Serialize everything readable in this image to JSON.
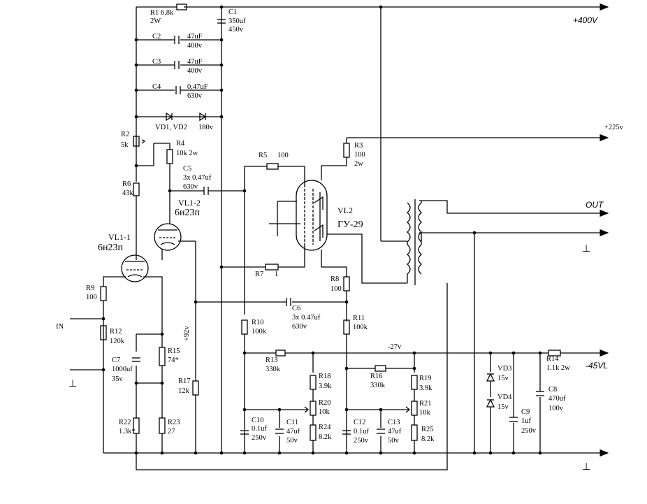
{
  "rails": {
    "plus400": "+400V",
    "plus225": "+225v",
    "out": "OUT",
    "minus45": "-45VL",
    "minus27": "-27v",
    "plus92": "+92v",
    "input": "IN"
  },
  "tubes": {
    "vl1_1": {
      "ref": "VL1-1",
      "type": "6н23п"
    },
    "vl1_2": {
      "ref": "VL1-2",
      "type": "6н23п"
    },
    "vl2": {
      "ref": "VL2",
      "type": "ГУ-29"
    }
  },
  "components": {
    "r1": {
      "ref": "R1 6.8k",
      "val": "2W"
    },
    "c1": {
      "ref": "C1",
      "val": "350uf",
      "v": "450v"
    },
    "c2": {
      "ref": "C2",
      "val": "47uF",
      "v": "400v"
    },
    "c3": {
      "ref": "C3",
      "val": "47uF",
      "v": "400v"
    },
    "c4": {
      "ref": "C4",
      "val": "0.47uF",
      "v": "630v"
    },
    "vd12": {
      "ref": "VD1, VD2",
      "v": "180v"
    },
    "r2": {
      "ref": "R2",
      "val": "5k"
    },
    "r4": {
      "ref": "R4",
      "val": "10k  2w"
    },
    "r5": {
      "ref": "R5",
      "val": "100"
    },
    "r3": {
      "ref": "R3",
      "val": "100",
      "p": "2w"
    },
    "c5": {
      "ref": "C5",
      "val": "3x 0.47uf",
      "v": "630v"
    },
    "r6": {
      "ref": "R6",
      "val": "43k"
    },
    "r7": {
      "ref": "R7",
      "val": "1"
    },
    "r8": {
      "ref": "R8",
      "val": "100"
    },
    "r9": {
      "ref": "R9",
      "val": "100"
    },
    "c6": {
      "ref": "C6",
      "val": "3x 0.47uf",
      "v": "630v"
    },
    "r10": {
      "ref": "R10",
      "val": "100k"
    },
    "r11": {
      "ref": "R11",
      "val": "100k"
    },
    "r12": {
      "ref": "R12",
      "val": "120k"
    },
    "r13": {
      "ref": "R13",
      "val": "330k"
    },
    "r14": {
      "ref": "R14",
      "val": "1.1k  2w"
    },
    "r15": {
      "ref": "R15",
      "val": "74*"
    },
    "c7": {
      "ref": "C7",
      "val": "1000uf",
      "v": "35v"
    },
    "r16": {
      "ref": "R16",
      "val": "330k"
    },
    "r17": {
      "ref": "R17",
      "val": "12k"
    },
    "r18": {
      "ref": "R18",
      "val": "3.9k"
    },
    "r19": {
      "ref": "R19",
      "val": "3.9k"
    },
    "vd3": {
      "ref": "VD3",
      "v": "15v"
    },
    "vd4": {
      "ref": "VD4",
      "v": "15v"
    },
    "c8": {
      "ref": "C8",
      "val": "470uf",
      "v": "100v"
    },
    "r20": {
      "ref": "R20",
      "val": "10k"
    },
    "r21": {
      "ref": "R21",
      "val": "10k"
    },
    "c9": {
      "ref": "C9",
      "val": "1uf",
      "v": "250v"
    },
    "r22": {
      "ref": "R22",
      "val": "1.3k*"
    },
    "r23": {
      "ref": "R23",
      "val": "27"
    },
    "c10": {
      "ref": "C10",
      "val": "0.1uf",
      "v": "250v"
    },
    "c11": {
      "ref": "C11",
      "val": "47uf",
      "v": "50v"
    },
    "r24": {
      "ref": "R24",
      "val": "8.2k"
    },
    "c12": {
      "ref": "C12",
      "val": "0.1uf",
      "v": "250v"
    },
    "c13": {
      "ref": "C13",
      "val": "47uf",
      "v": "50v"
    },
    "r25": {
      "ref": "R25",
      "val": "8.2k"
    }
  },
  "symbols": {
    "ground": "⊥"
  }
}
